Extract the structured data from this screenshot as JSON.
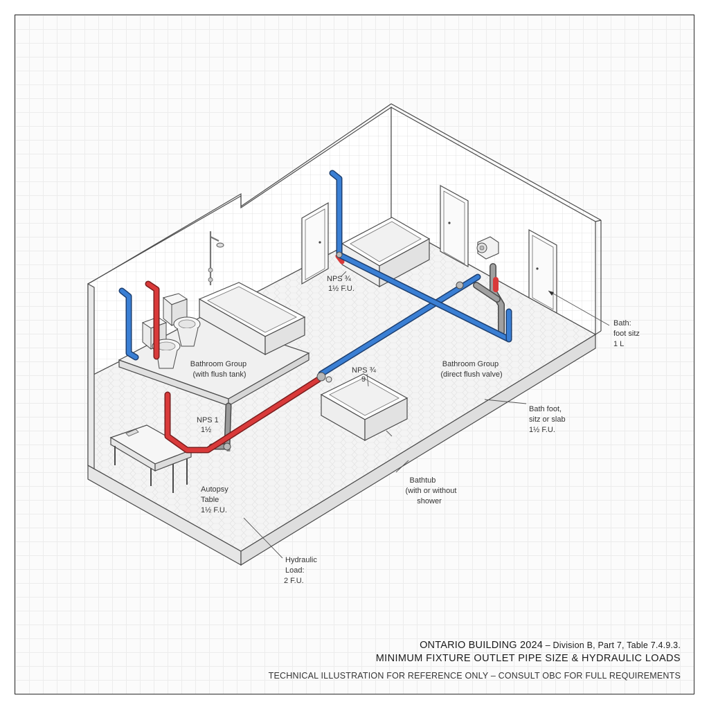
{
  "labels": {
    "bathroom_group_tank": [
      "Bathroom Group",
      "(with flush tank)"
    ],
    "bathroom_group_valve": [
      "Bathroom Group",
      "(direct flush valve)"
    ],
    "bath_right": [
      "Bath:",
      "foot sitz",
      "1 L"
    ],
    "bath_foot": [
      "Bath foot,",
      "sitz or slab",
      "1½ F.U."
    ],
    "bathtub": [
      "Bathtub",
      "(with or without",
      "shower"
    ],
    "autopsy_table": [
      "Autopsy",
      "Table",
      "1½ F.U."
    ],
    "hydraulic_load": [
      "Hydraulic",
      "Load:",
      "2 F.U."
    ],
    "nps_top": [
      "NPS ¾",
      "1½ F.U."
    ],
    "nps_middle": [
      "NPS ¾",
      "9"
    ],
    "nps_left": [
      "NPS 1",
      "1½"
    ]
  },
  "title": {
    "line1_main": "ONTARIO BUILDING 2024",
    "line1_sub": " – Division B, Part 7, Table 7.4.9.3.",
    "line2": "MINIMUM FIXTURE OUTLET PIPE SIZE & HYDRAULIC LOADS",
    "footnote": "TECHNICAL ILLUSTRATION FOR REFERENCE ONLY – CONSULT OBC FOR FULL REQUIREMENTS"
  },
  "colors": {
    "cold_water": "#3a7fd4",
    "hot_water": "#d93a3a",
    "drain": "#9a9a9a",
    "outline": "#4a4a4a"
  }
}
